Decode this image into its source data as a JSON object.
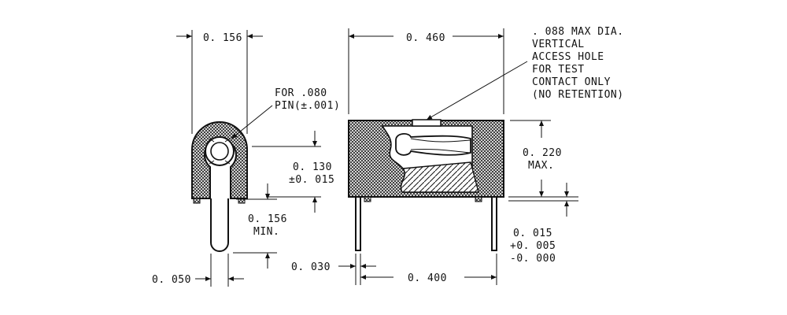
{
  "drawing": {
    "left_view": {
      "width_top": "0. 156",
      "pin_note_line1": "FOR .080",
      "pin_note_line2": "PIN(±.001)",
      "tolerance_main": "0. 130",
      "tolerance_sub": "±0. 015",
      "pin_length": "0. 156",
      "pin_length_note": "MIN.",
      "pin_width": "0. 050"
    },
    "right_view": {
      "length_top": "0. 460",
      "hole_note_line1": ". 088 MAX DIA.",
      "hole_note_line2": "VERTICAL",
      "hole_note_line3": "ACCESS HOLE",
      "hole_note_line4": "FOR TEST",
      "hole_note_line5": "CONTACT ONLY",
      "hole_note_line6": "(NO RETENTION)",
      "height_main": "0. 220",
      "height_note": "MAX.",
      "pin_offset": "0. 030",
      "pin_spacing": "0. 400",
      "standoff_main": "0. 015",
      "standoff_plus": "+0. 005",
      "standoff_minus": "-0. 000"
    }
  }
}
